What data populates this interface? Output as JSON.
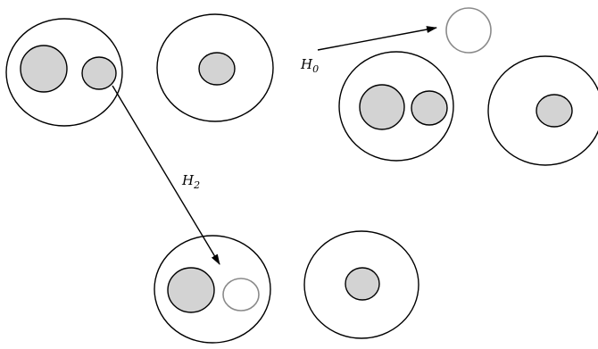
{
  "labels": {
    "h0": {
      "base": "H",
      "sub": "0"
    },
    "h2": {
      "base": "H",
      "sub": "2"
    }
  },
  "colors": {
    "stroke": "#000000",
    "inner_fill": "#d3d3d3",
    "hollow_stroke": "#8a8a8a",
    "background": "#ffffff"
  }
}
